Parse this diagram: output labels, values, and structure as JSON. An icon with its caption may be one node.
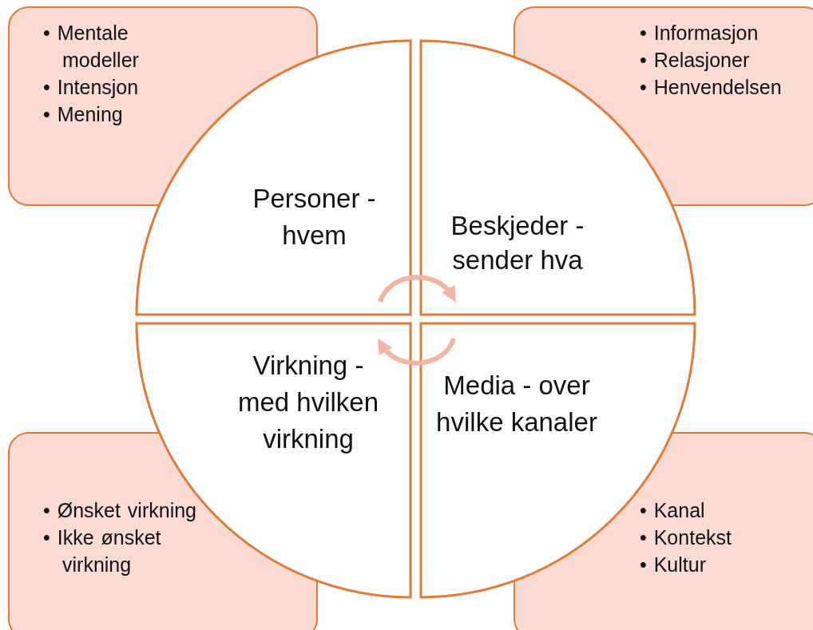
{
  "diagram": {
    "nodes": [
      {
        "text": [
          "• Mentale modeller",
          "• Intensjon",
          "• Mening"
        ]
      },
      {
        "text": [
          "Personer - hvem"
        ]
      },
      {
        "text": [
          "Beskjeder - sender hva"
        ]
      },
      {
        "text": [
          "• Informasjon",
          "• Relasjoner",
          "• Henvendelsen"
        ]
      },
      {
        "text": [
          "Virkning - med hvilken virkning"
        ]
      },
      {
        "text": [
          "Media - over hvilke kanaler"
        ]
      },
      {
        "text": [
          "• Ønsket virkning",
          "• Ikke ønsket virkning"
        ]
      },
      {
        "text": [
          "• Kanal",
          "• Kontekst",
          "• Kultur"
        ]
      }
    ],
    "edges": [
      {
        "from": 1,
        "to": 2,
        "arrow": "to"
      },
      {
        "from": 5,
        "to": 4,
        "arrow": "to"
      }
    ]
  }
}
